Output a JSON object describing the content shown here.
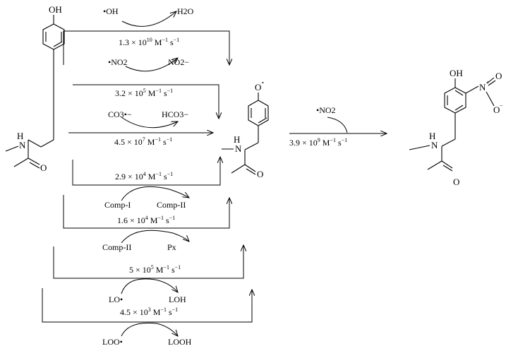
{
  "scheme": {
    "pathways": [
      {
        "reactant": "•OH",
        "product": "H2O",
        "rate_mantissa": "1.3 × 10",
        "rate_exponent": "10",
        "rate_units": " M",
        "rate_units_exp": "−1",
        "rate_units_s": " s",
        "rate_units_s_exp": "−1"
      },
      {
        "reactant": "•NO2",
        "product": "NO2−",
        "rate_mantissa": "3.2 × 10",
        "rate_exponent": "5",
        "rate_units": " M",
        "rate_units_exp": "−1",
        "rate_units_s": " s",
        "rate_units_s_exp": "−1"
      },
      {
        "reactant": "CO3•−",
        "product": "HCO3−",
        "rate_mantissa": "4.5 × 10",
        "rate_exponent": "7",
        "rate_units": " M",
        "rate_units_exp": "−1",
        "rate_units_s": " s",
        "rate_units_s_exp": "−1"
      },
      {
        "reactant": "",
        "product": "",
        "rate_mantissa": "2.9 × 10",
        "rate_exponent": "4",
        "rate_units": " M",
        "rate_units_exp": "−1",
        "rate_units_s": " s",
        "rate_units_s_exp": "−1"
      },
      {
        "reactant": "Comp-I",
        "product": "Comp-II",
        "rate_mantissa": "1.6 × 10",
        "rate_exponent": "4",
        "rate_units": " M",
        "rate_units_exp": "−1",
        "rate_units_s": " s",
        "rate_units_s_exp": "−1"
      },
      {
        "reactant": "Comp-II",
        "product": "Px",
        "rate_mantissa": "5 × 10",
        "rate_exponent": "5",
        "rate_units": " M",
        "rate_units_exp": "−1",
        "rate_units_s": " s",
        "rate_units_s_exp": "−1"
      },
      {
        "reactant": "LO•",
        "product": "LOH",
        "rate_mantissa": "4.5 × 10",
        "rate_exponent": "3",
        "rate_units": " M",
        "rate_units_exp": "−1",
        "rate_units_s": " s",
        "rate_units_s_exp": "−1"
      },
      {
        "reactant": "LOO•",
        "product": "LOOH",
        "rate_mantissa": "",
        "rate_exponent": "",
        "rate_units": "",
        "rate_units_exp": "",
        "rate_units_s": "",
        "rate_units_s_exp": ""
      }
    ],
    "second_step": {
      "reactant": "•NO2",
      "rate_mantissa": "3.9 × 10",
      "rate_exponent": "9",
      "rate_units": " M",
      "rate_units_exp": "−1",
      "rate_units_s": " s",
      "rate_units_s_exp": "−1"
    },
    "molecules": {
      "tyrosine": {
        "hydroxyl": "OH",
        "amine": "H",
        "amine_n": "N",
        "carbonyl": "O"
      },
      "tyrosyl_radical": {
        "oxygen": "O",
        "radical_dot": "•",
        "amine": "H",
        "amine_n": "N",
        "carbonyl": "O"
      },
      "nitrotyrosine": {
        "hydroxyl": "OH",
        "nitro_n": "N",
        "nitro_plus": "+",
        "nitro_o1": "O",
        "nitro_o2": "O",
        "nitro_minus": "−",
        "amine": "H",
        "amine_n": "N",
        "carbonyl": "O"
      }
    },
    "colors": {
      "ink": "#000000",
      "background": "#ffffff"
    }
  }
}
